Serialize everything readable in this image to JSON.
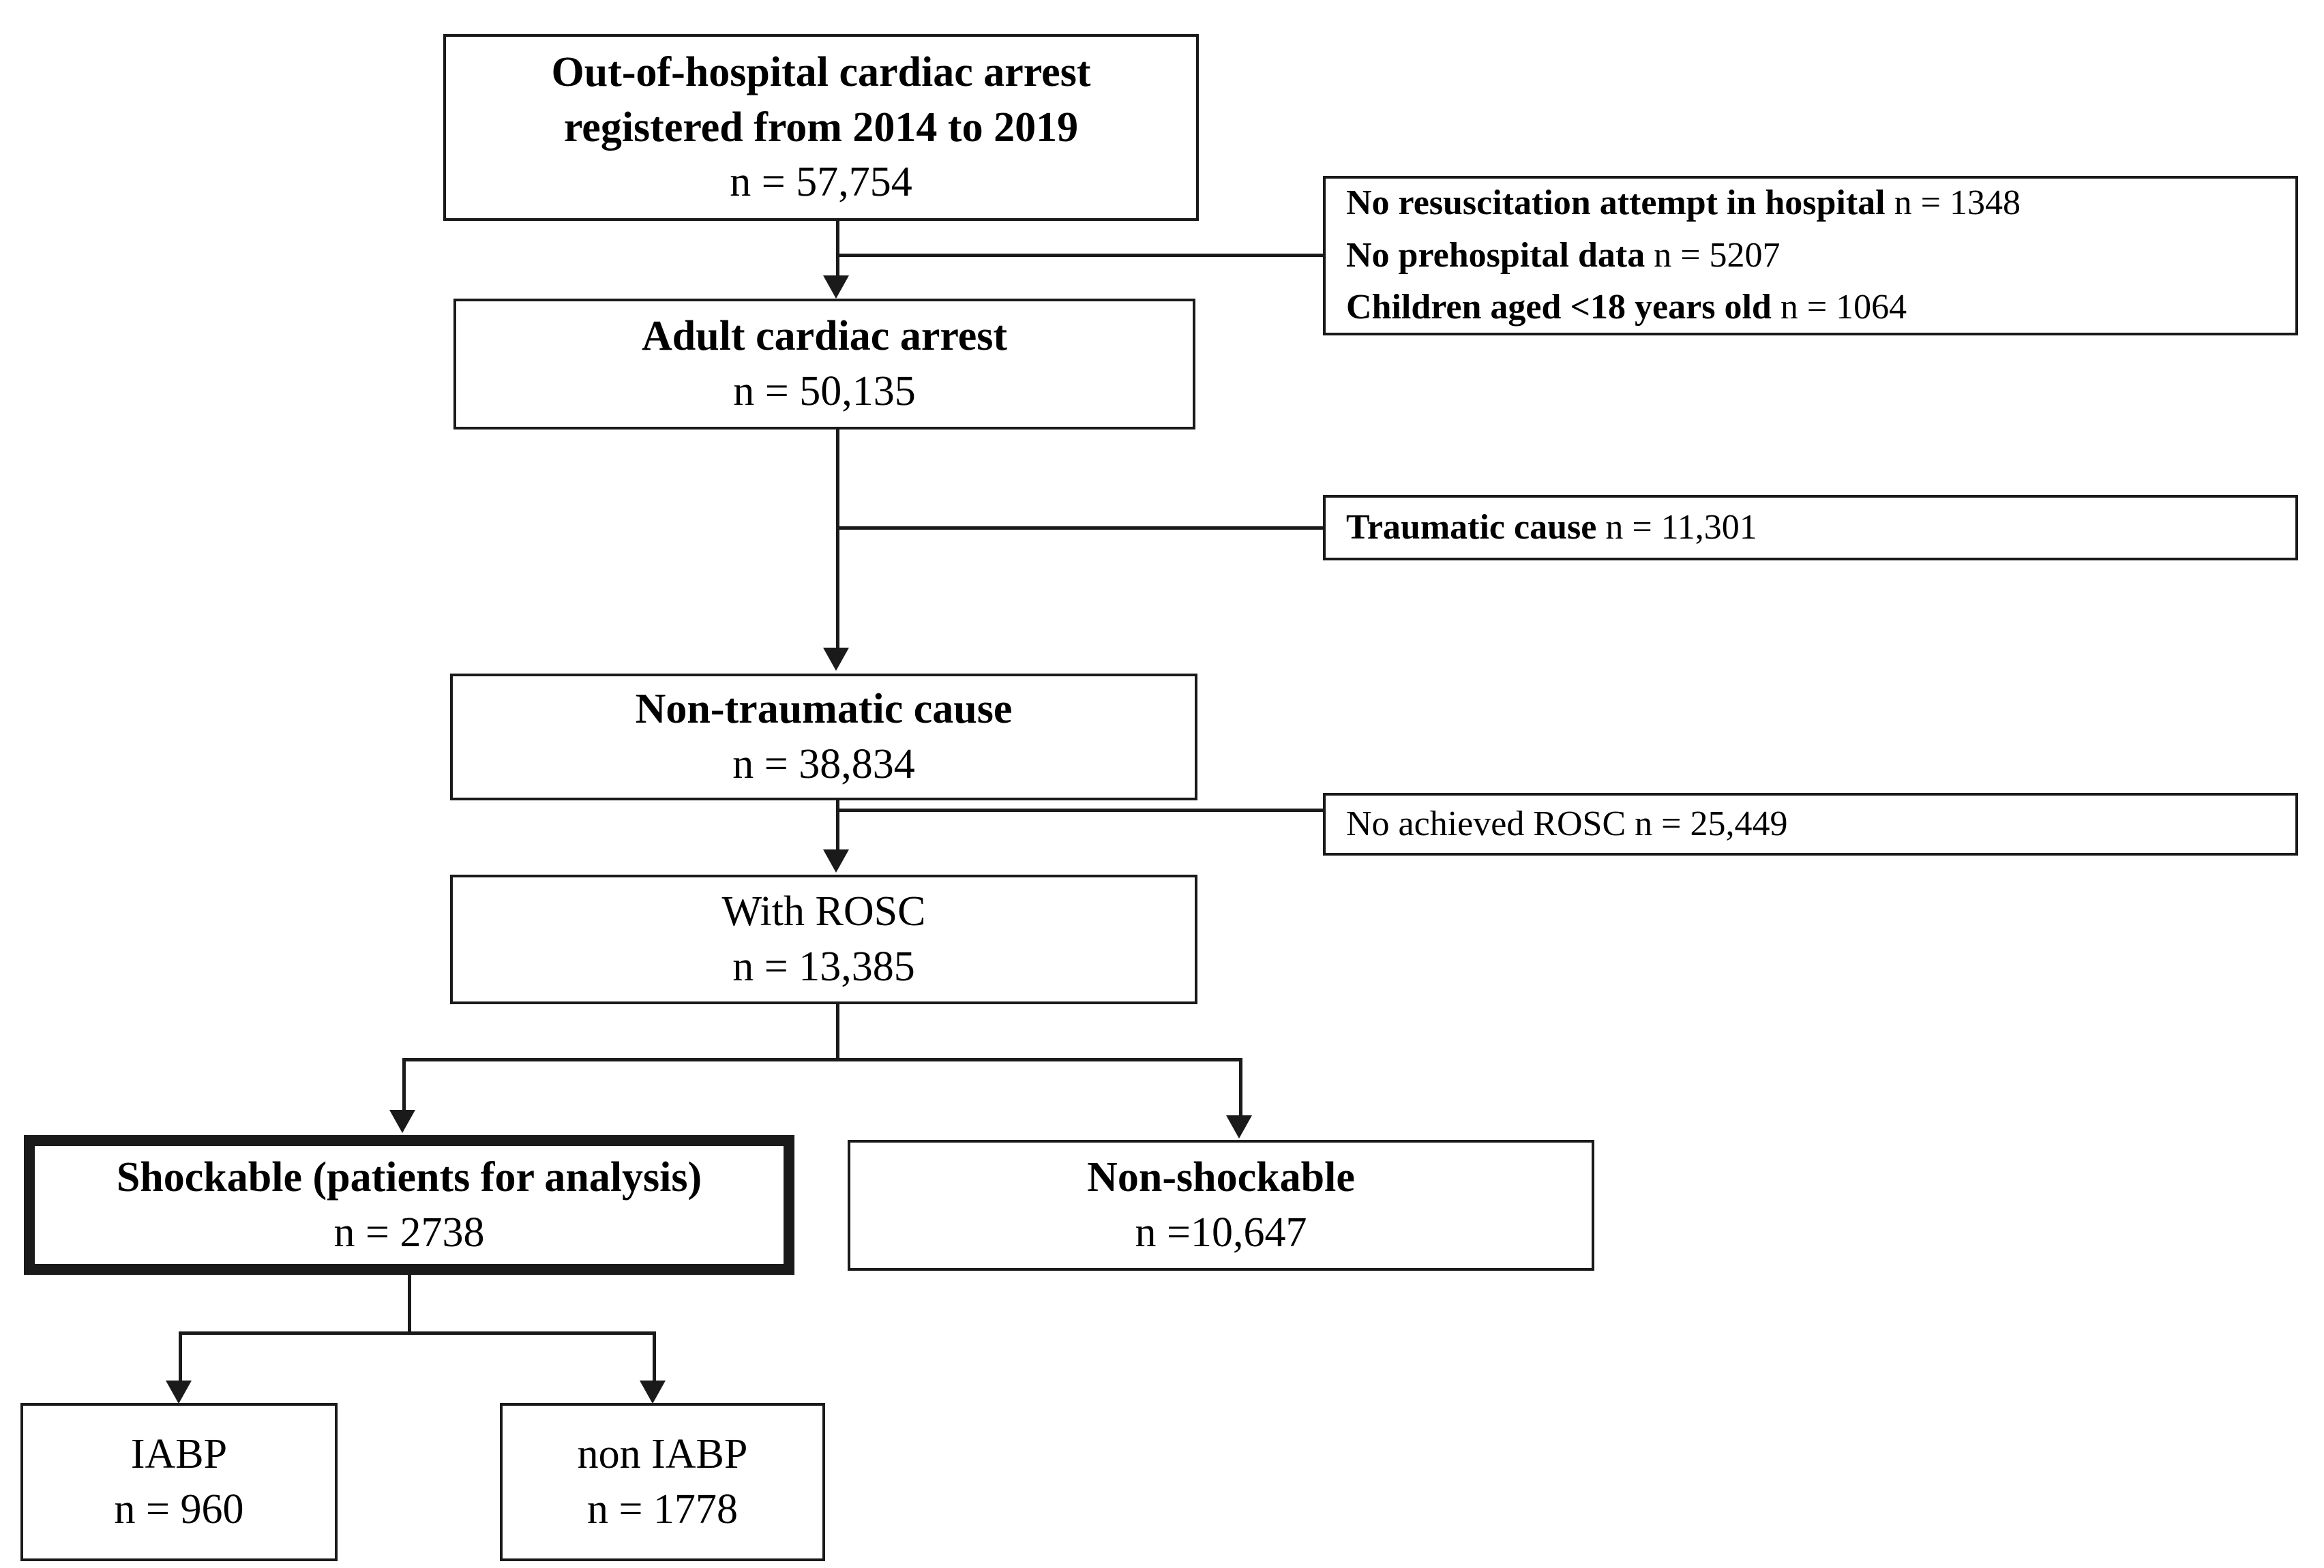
{
  "figure": {
    "type": "flowchart",
    "description": "Patient selection flow diagram for out-of-hospital cardiac arrest cohort"
  },
  "nodes": {
    "total_registry": {
      "title_line1": "Out-of-hospital cardiac arrest",
      "title_line2": "registered from 2014 to 2019",
      "count": "n = 57,754"
    },
    "adult": {
      "title": "Adult cardiac arrest",
      "count": "n = 50,135"
    },
    "non_traumatic": {
      "title": "Non-traumatic cause",
      "count": "n = 38,834"
    },
    "with_rosc": {
      "title": "With ROSC",
      "count": "n = 13,385"
    },
    "shockable": {
      "title": "Shockable (patients for analysis)",
      "count": "n = 2738"
    },
    "non_shockable": {
      "title": "Non-shockable",
      "count": "n =10,647"
    },
    "iabp": {
      "title": "IABP",
      "count": "n = 960"
    },
    "non_iabp": {
      "title": "non IABP",
      "count": "n = 1778"
    }
  },
  "exclusions": {
    "first": {
      "line1_label": "No resuscitation attempt in hospital",
      "line1_count": "n = 1348",
      "line2_label": "No prehospital data",
      "line2_count": "n =  5207",
      "line3_label": "Children aged <18 years old",
      "line3_count": "n = 1064"
    },
    "trauma": {
      "label": "Traumatic cause",
      "count": "n = 11,301"
    },
    "no_rosc": {
      "label": "No achieved ROSC ",
      "count": " n = 25,449"
    }
  },
  "colors": {
    "line": "#1a1a1a",
    "text": "#000000",
    "background": "#ffffff"
  }
}
